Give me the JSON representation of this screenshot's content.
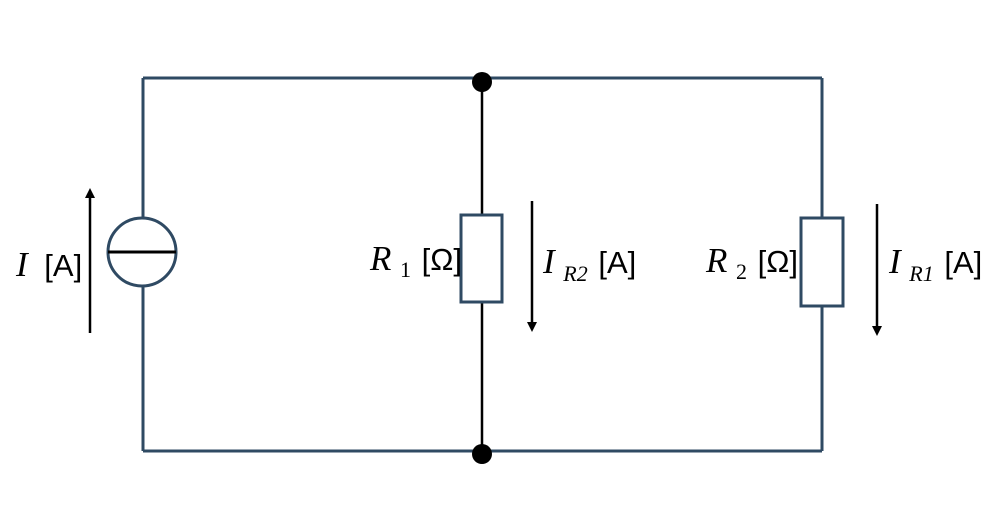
{
  "colors": {
    "wire": "#2f4a63",
    "branch_wire": "#000000",
    "node": "#000000",
    "arrow": "#000000",
    "background": "#ffffff"
  },
  "labels": {
    "source": {
      "symbol": "I",
      "unit": "[A]"
    },
    "r1": {
      "symbol": "R",
      "subscript": "1",
      "unit": "[Ω]"
    },
    "ir2": {
      "symbol": "I",
      "subscript": "R2",
      "unit": "[A]"
    },
    "r2": {
      "symbol": "R",
      "subscript": "2",
      "unit": "[Ω]"
    },
    "ir1": {
      "symbol": "I",
      "subscript": "R1",
      "unit": "[A]"
    }
  },
  "components": [
    {
      "name": "current-source",
      "kind": "current_source"
    },
    {
      "name": "resistor-r1",
      "kind": "resistor"
    },
    {
      "name": "resistor-r2",
      "kind": "resistor"
    }
  ],
  "arrows": [
    {
      "name": "source-current-arrow",
      "direction": "up"
    },
    {
      "name": "ir2-current-arrow",
      "direction": "down"
    },
    {
      "name": "ir1-current-arrow",
      "direction": "down"
    }
  ]
}
